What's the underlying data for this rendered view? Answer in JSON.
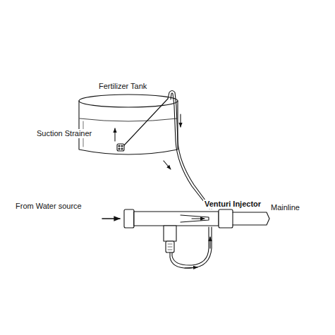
{
  "diagram": {
    "labels": [
      "Fertilizer Tank",
      "Suction Strainer",
      "From Water source",
      "Venturi Injector",
      "Mainline"
    ]
  }
}
